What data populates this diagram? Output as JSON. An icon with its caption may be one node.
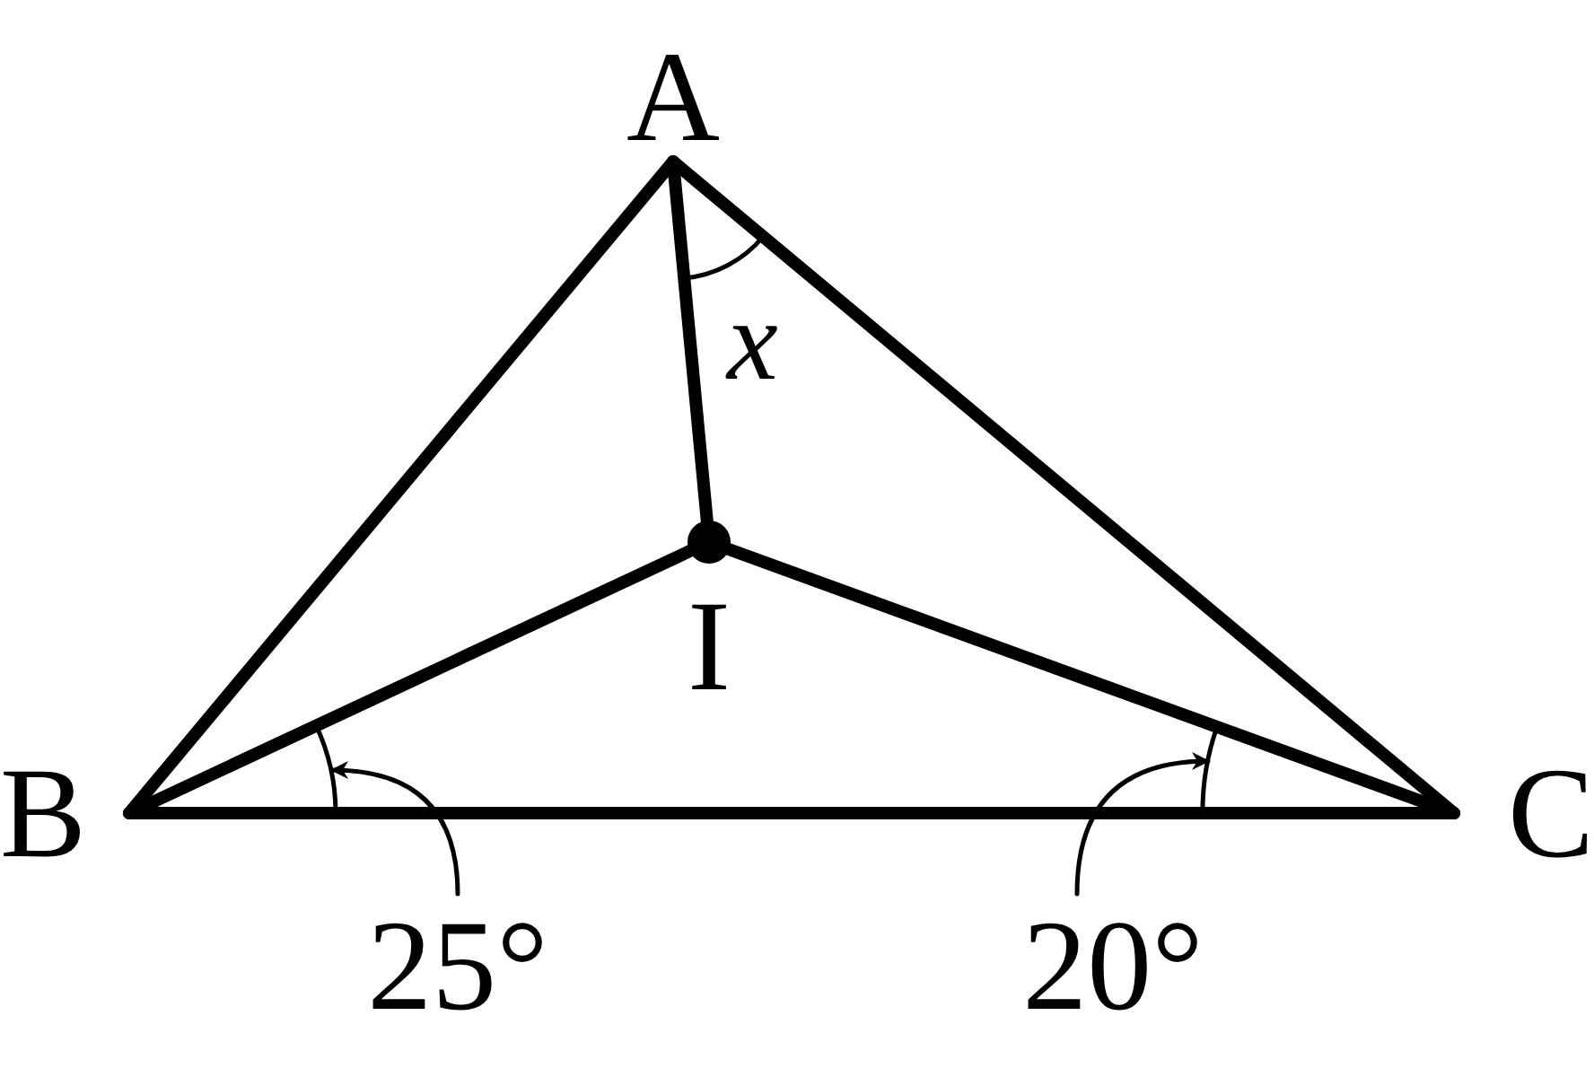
{
  "diagram": {
    "nodes": [
      {
        "text": [
          "A"
        ]
      },
      {
        "text": [
          "B"
        ]
      },
      {
        "text": [
          "C"
        ]
      },
      {
        "text": [
          "I"
        ]
      },
      {
        "text": [
          "25°"
        ]
      },
      {
        "text": [
          "20°"
        ]
      },
      {
        "text": [],
        "shape": "arc"
      },
      {
        "text": [],
        "shape": "arc"
      }
    ],
    "edges": [
      {
        "from": 0,
        "to": 1,
        "arrow": "none"
      },
      {
        "from": 0,
        "to": 2,
        "arrow": "none"
      },
      {
        "from": 1,
        "to": 2,
        "arrow": "none"
      },
      {
        "from": 0,
        "to": 3,
        "arrow": "none"
      },
      {
        "from": 1,
        "to": 3,
        "arrow": "none"
      },
      {
        "from": 2,
        "to": 3,
        "arrow": "none"
      },
      {
        "from": 4,
        "to": 6,
        "arrow": "to"
      },
      {
        "from": 5,
        "to": 7,
        "arrow": "to"
      }
    ],
    "labels": [
      "x"
    ]
  }
}
